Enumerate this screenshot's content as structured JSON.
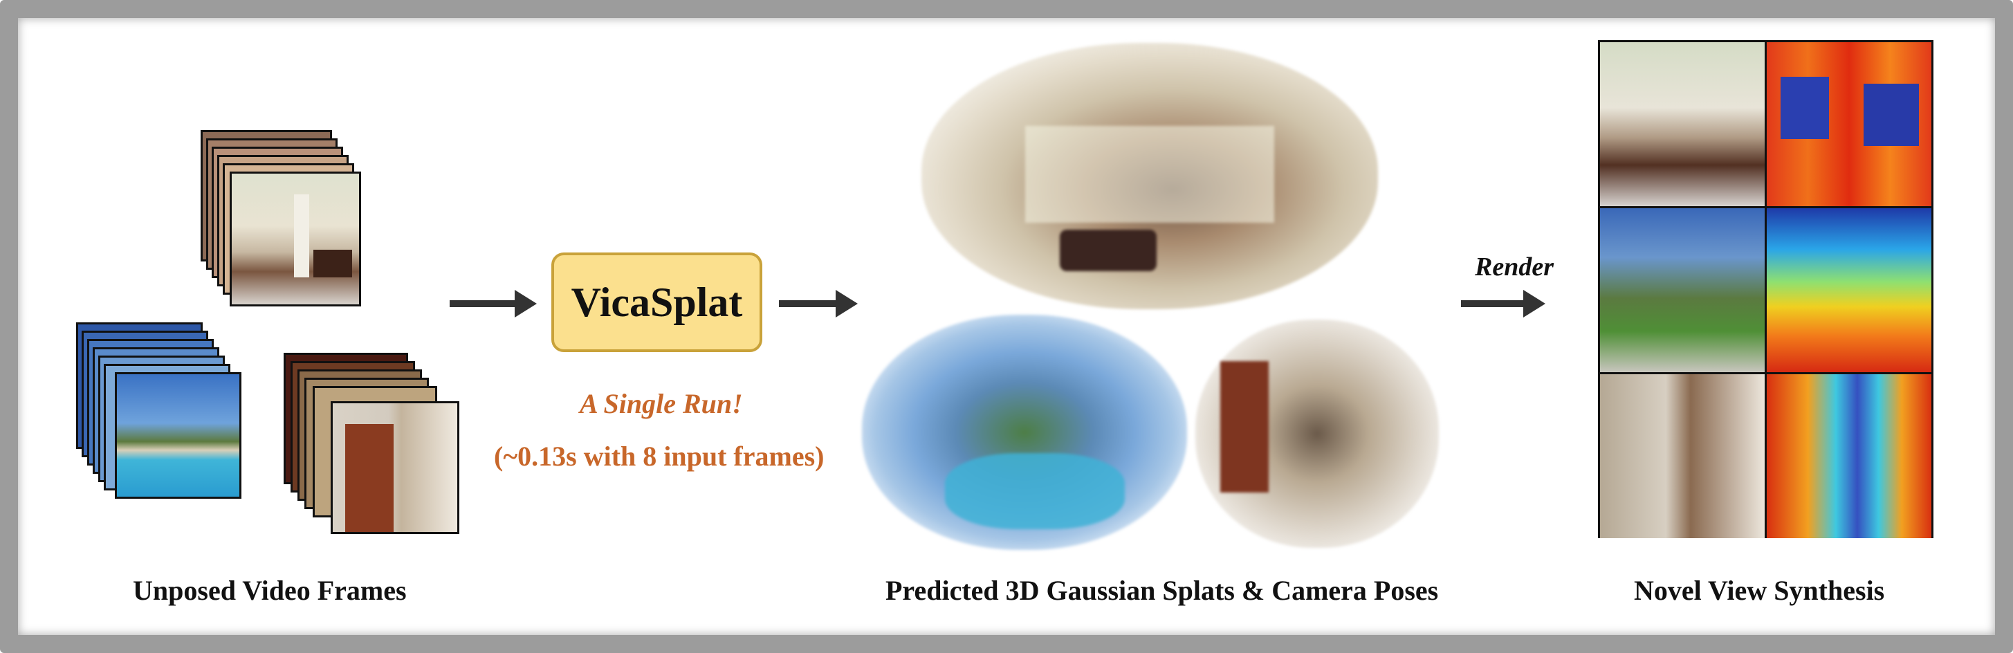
{
  "labels": {
    "input": "Unposed Video Frames",
    "output_splats": "Predicted 3D Gaussian Splats & Camera Poses",
    "novel_view": "Novel View Synthesis"
  },
  "model": {
    "name": "VicaSplat",
    "tagline": "A Single Run!",
    "timing": "(~0.13s with 8 input frames)"
  },
  "render_label": "Render",
  "colors": {
    "model_box_fill": "#fbe08e",
    "model_box_border": "#c9a23a",
    "accent_text": "#c8672a",
    "arrow": "#333333"
  }
}
